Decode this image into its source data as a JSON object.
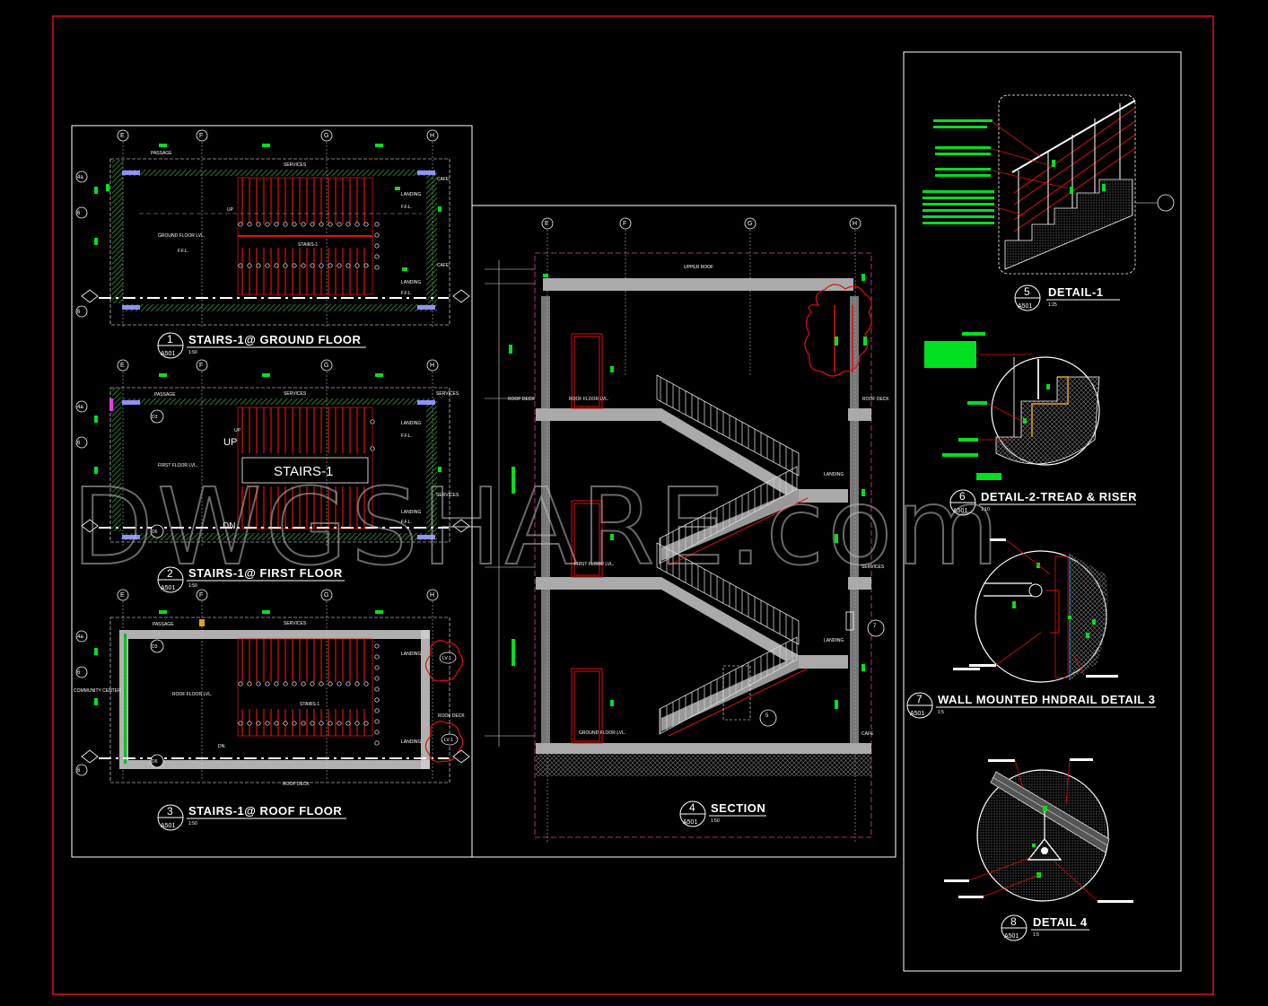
{
  "watermark": "DWGSHARE.com",
  "grid_labels": [
    "E",
    "F",
    "G",
    "H"
  ],
  "row_labels": [
    "4a",
    "6",
    "6"
  ],
  "plans": [
    {
      "number": "1",
      "sheet": "A501",
      "title": "STAIRS-1@ GROUND FLOOR",
      "scale": "1:50",
      "labels": {
        "passage": "PASSAGE",
        "services": "SERVICES",
        "cafe": "CAFE",
        "level": "GROUND FLOOR LVL.",
        "stair": "STAIRS-1",
        "up": "UP",
        "landing": "LANDING",
        "ffl": "F.F.L."
      }
    },
    {
      "number": "2",
      "sheet": "A501",
      "title": "STAIRS-1@ FIRST FLOOR",
      "scale": "1:50",
      "labels": {
        "passage": "PASSAGE",
        "services": "SERVICES",
        "level": "FIRST FLOOR LVL.",
        "stair": "STAIRS-1",
        "up": "UP",
        "dn": "DN.",
        "landing": "LANDING",
        "ffl": "F.F.L.",
        "door1": "D3",
        "door2": "D6"
      }
    },
    {
      "number": "3",
      "sheet": "A501",
      "title": "STAIRS-1@ ROOF FLOOR",
      "scale": "1:50",
      "labels": {
        "passage": "PASSAGE",
        "services": "SERVICES",
        "level": "ROOF FLOOR LVL.",
        "stair": "STAIRS-1",
        "dn": "DN.",
        "landing": "LANDING",
        "roof_deck": "ROOF DECK",
        "community": "COMMUNITY CENTER",
        "door1": "D3",
        "door2": "D6",
        "lv1": "LV-1",
        "lv2": "LV-1"
      }
    }
  ],
  "section": {
    "number": "4",
    "sheet": "A501",
    "title": "SECTION",
    "scale": "1:50",
    "labels": {
      "upper_roof": "UPPER ROOF",
      "roof_deck": "ROOF DECK",
      "roof_floor": "ROOF FLOOR LVL.",
      "first_floor": "FIRST FLOOR LVL.",
      "ground_floor": "GROUND FLOOR LVL.",
      "landing": "LANDING",
      "services": "SERVICES",
      "cafe": "CAFE",
      "callout5": "5",
      "callout7": "7"
    }
  },
  "details": [
    {
      "number": "5",
      "sheet": "A501",
      "title": "DETAIL-1",
      "scale": "1:25"
    },
    {
      "number": "6",
      "sheet": "A501",
      "title": "DETAIL-2-TREAD & RISER",
      "scale": "1:10"
    },
    {
      "number": "7",
      "sheet": "A501",
      "title": "WALL MOUNTED HNDRAIL DETAIL 3",
      "scale": "1:5"
    },
    {
      "number": "8",
      "sheet": "A501",
      "title": "DETAIL 4",
      "scale": "1:5"
    }
  ],
  "colors": {
    "frame": "#e0101a",
    "panel": "#ffffff",
    "green": "#00e020",
    "red": "#e01010",
    "hatch": "#3fae3f",
    "grey": "#9a9a9a"
  }
}
